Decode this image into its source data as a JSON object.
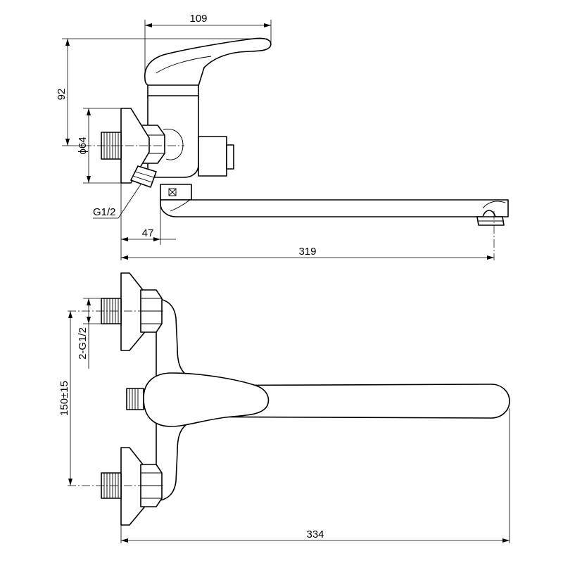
{
  "dimensions": {
    "top_width": "109",
    "height": "92",
    "flange_diameter": "ϕ64",
    "thread": "G1/2",
    "offset": "47",
    "spout_length": "319",
    "inlets": "2-G1/2",
    "centers": "150±15",
    "total_length": "334"
  }
}
